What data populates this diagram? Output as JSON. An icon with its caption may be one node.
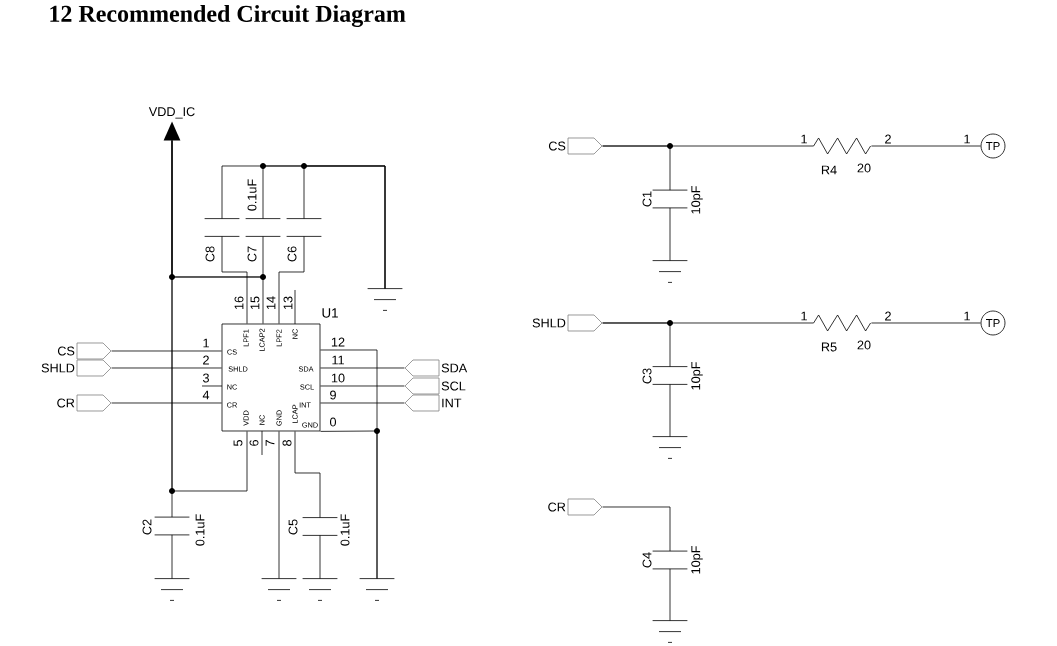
{
  "diagram": {
    "title": "12 Recommended Circuit Diagram",
    "nodes": [
      {
        "text": [
          "U1",
          "LPF1",
          "LCAP2",
          "LPF2",
          "NC",
          "CS",
          "SHLD",
          "NC",
          "CR",
          "SDA",
          "SCL",
          "INT",
          "GND",
          "VDD",
          "NC",
          "GND",
          "LCAP"
        ]
      },
      {
        "text": [
          "CS"
        ]
      },
      {
        "text": [
          "SHLD"
        ]
      },
      {
        "text": [
          "CR"
        ]
      },
      {
        "text": [
          "SDA"
        ]
      },
      {
        "text": [
          "SCL"
        ]
      },
      {
        "text": [
          "INT"
        ]
      },
      {
        "text": [
          "VDD_IC"
        ]
      },
      {
        "text": [],
        "shape": "capacitor",
        "beside": [
          "C8"
        ]
      },
      {
        "text": [],
        "shape": "capacitor",
        "beside": [
          "C7",
          "0.1uF"
        ]
      },
      {
        "text": [],
        "shape": "capacitor",
        "beside": [
          "C6"
        ]
      },
      {
        "text": [],
        "shape": "ground"
      },
      {
        "text": [],
        "shape": "capacitor",
        "beside": [
          "C2",
          "0.1uF"
        ]
      },
      {
        "text": [],
        "shape": "capacitor",
        "beside": [
          "C5",
          "0.1uF"
        ]
      },
      {
        "text": [],
        "shape": "ground"
      },
      {
        "text": [],
        "shape": "ground"
      },
      {
        "text": [],
        "shape": "ground"
      },
      {
        "text": [],
        "shape": "ground"
      },
      {
        "text": [
          "CS"
        ]
      },
      {
        "text": [],
        "shape": "capacitor",
        "beside": [
          "C1",
          "10pF"
        ]
      },
      {
        "text": [],
        "shape": "ground"
      },
      {
        "text": [],
        "shape": "resistor",
        "beside": [
          "R4",
          "20"
        ]
      },
      {
        "text": [
          "TP"
        ]
      },
      {
        "text": [
          "SHLD"
        ]
      },
      {
        "text": [],
        "shape": "capacitor",
        "beside": [
          "C3",
          "10pF"
        ]
      },
      {
        "text": [],
        "shape": "ground"
      },
      {
        "text": [],
        "shape": "resistor",
        "beside": [
          "R5",
          "20"
        ]
      },
      {
        "text": [
          "TP"
        ]
      },
      {
        "text": [
          "CR"
        ]
      },
      {
        "text": [],
        "shape": "capacitor",
        "beside": [
          "C4",
          "10pF"
        ]
      },
      {
        "text": [],
        "shape": "ground"
      }
    ],
    "edges": [
      {
        "from": 1,
        "to": 0,
        "arrow": "none"
      },
      {
        "from": 2,
        "to": 0,
        "arrow": "none"
      },
      {
        "from": 3,
        "to": 0,
        "arrow": "none"
      },
      {
        "from": 0,
        "to": 4,
        "arrow": "none"
      },
      {
        "from": 0,
        "to": 5,
        "arrow": "none"
      },
      {
        "from": 0,
        "to": 6,
        "arrow": "none"
      },
      {
        "from": 7,
        "to": 0,
        "arrow": "none"
      },
      {
        "from": 7,
        "to": 9,
        "arrow": "none"
      },
      {
        "from": 7,
        "to": 12,
        "arrow": "none"
      },
      {
        "from": 7,
        "to": 0,
        "arrow": "none"
      },
      {
        "from": 0,
        "to": 8,
        "arrow": "none"
      },
      {
        "from": 0,
        "to": 10,
        "arrow": "none"
      },
      {
        "from": 8,
        "to": 11,
        "arrow": "none"
      },
      {
        "from": 9,
        "to": 11,
        "arrow": "none"
      },
      {
        "from": 10,
        "to": 11,
        "arrow": "none"
      },
      {
        "from": 0,
        "to": 17,
        "arrow": "none"
      },
      {
        "from": 0,
        "to": 17,
        "arrow": "none"
      },
      {
        "from": 0,
        "to": 15,
        "arrow": "none"
      },
      {
        "from": 0,
        "to": 13,
        "arrow": "none"
      },
      {
        "from": 13,
        "to": 16,
        "arrow": "none"
      },
      {
        "from": 12,
        "to": 14,
        "arrow": "none"
      },
      {
        "from": 18,
        "to": 19,
        "arrow": "none"
      },
      {
        "from": 18,
        "to": 21,
        "arrow": "none"
      },
      {
        "from": 21,
        "to": 22,
        "arrow": "none"
      },
      {
        "from": 19,
        "to": 20,
        "arrow": "none"
      },
      {
        "from": 23,
        "to": 24,
        "arrow": "none"
      },
      {
        "from": 23,
        "to": 26,
        "arrow": "none"
      },
      {
        "from": 26,
        "to": 27,
        "arrow": "none"
      },
      {
        "from": 24,
        "to": 25,
        "arrow": "none"
      },
      {
        "from": 28,
        "to": 29,
        "arrow": "none"
      },
      {
        "from": 29,
        "to": 30,
        "arrow": "none"
      }
    ],
    "labels": [
      "16",
      "15",
      "14",
      "13",
      "1",
      "12",
      "2",
      "11",
      "3",
      "10",
      "4",
      "9",
      "0",
      "5",
      "6",
      "7",
      "8",
      "1",
      "2",
      "1",
      "1",
      "2",
      "1"
    ]
  }
}
